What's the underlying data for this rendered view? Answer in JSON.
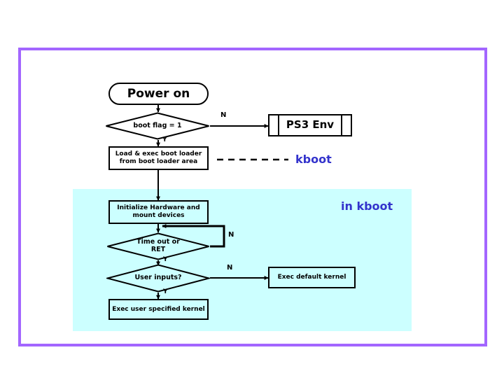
{
  "slide": {
    "frame_color": "#a366ff",
    "background": "#ffffff"
  },
  "regions": {
    "kboot_region": {
      "name": "in kboot",
      "fill": "#ccffff",
      "label": "in kboot",
      "label_color": "#3333cc"
    }
  },
  "nodes": {
    "power_on": {
      "label": "Power on",
      "shape": "terminator"
    },
    "boot_flag": {
      "label": "boot flag = 1",
      "shape": "decision"
    },
    "load_exec": {
      "label": "Load & exec boot loader\nfrom boot loader area",
      "shape": "process"
    },
    "ps3_env": {
      "label": "PS3 Env",
      "shape": "predefined-process"
    },
    "init_hw": {
      "label": "Initialize Hardware and\nmount devices",
      "shape": "process"
    },
    "timeout_ret": {
      "label": "Time out or\nRET",
      "shape": "decision"
    },
    "user_inputs": {
      "label": "User inputs?",
      "shape": "decision"
    },
    "exec_default": {
      "label": "Exec default kernel",
      "shape": "process"
    },
    "exec_user": {
      "label": "Exec user specified kernel",
      "shape": "process"
    }
  },
  "edge_labels": {
    "boot_flag_n": "N",
    "boot_flag_y": "Y",
    "timeout_n": "N",
    "timeout_y": "Y",
    "user_inputs_n": "N",
    "user_inputs_y": "Y"
  },
  "annotations": {
    "kboot_dashed": {
      "label": "kboot",
      "color": "#3333cc"
    }
  }
}
